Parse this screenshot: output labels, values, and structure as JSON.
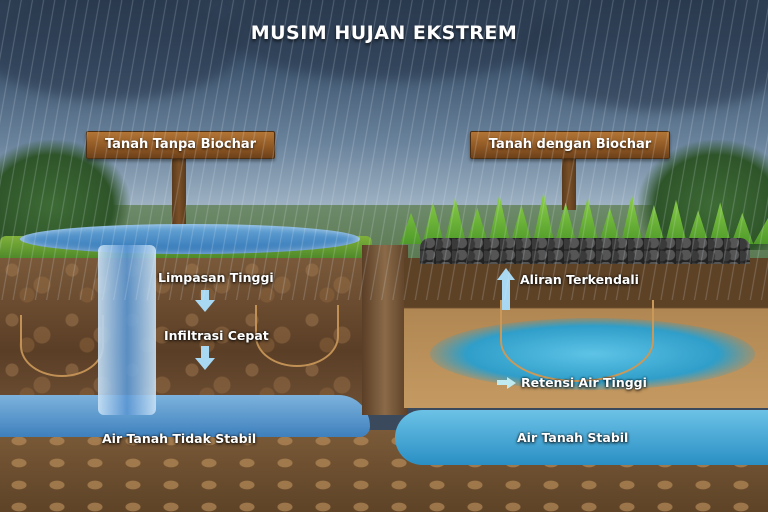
{
  "title": "MUSIM HUJAN EKSTREM",
  "left_panel": {
    "sign": "Tanah Tanpa Biochar",
    "labels": {
      "runoff": "Limpasan Tinggi",
      "infiltration": "Infiltrasi Cepat",
      "groundwater": "Air Tanah Tidak Stabil"
    },
    "icons": [
      "arrow-down-icon",
      "arrow-down-icon"
    ]
  },
  "right_panel": {
    "sign": "Tanah dengan Biochar",
    "labels": {
      "flow": "Aliran Terkendali",
      "retention": "Retensi Air Tinggi",
      "groundwater": "Air Tanah Stabil"
    },
    "icons": [
      "arrow-up-icon",
      "arrow-right-icon"
    ]
  },
  "colors": {
    "sign_wood": "#8c5623",
    "arrow": "#a8d8f2",
    "water": "#3e80bd",
    "biochar": "#222222"
  }
}
